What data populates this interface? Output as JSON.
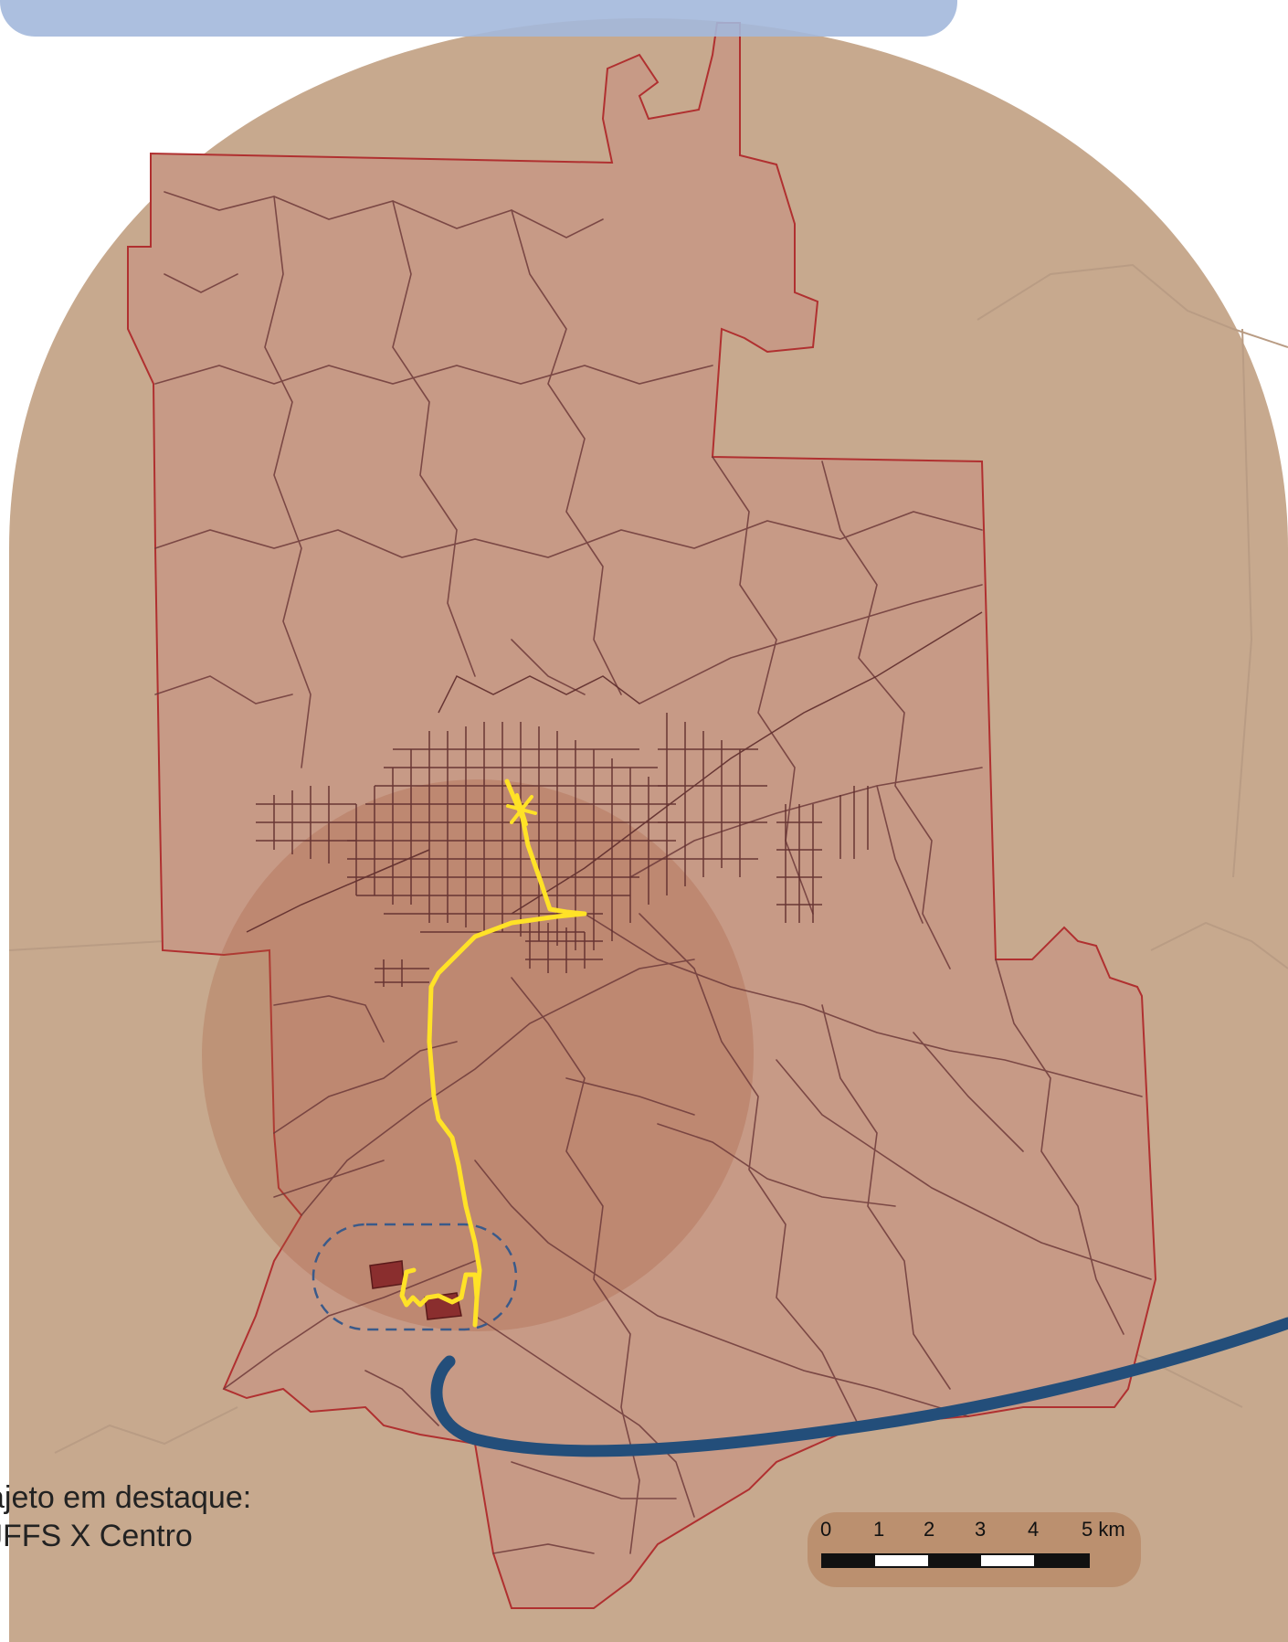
{
  "caption": {
    "line1": "ajeto em destaque:",
    "line2": "JFFS X Centro"
  },
  "scale_bar": {
    "ticks": [
      "0",
      "1",
      "2",
      "3",
      "4",
      "5 km"
    ]
  },
  "colors": {
    "background_region": "#c7a98e",
    "municipality_fill": "#c79a86",
    "municipality_border": "#b03030",
    "roads": "#6e3a3a",
    "route": "#ffe227",
    "highlight_ellipse": "#3a5a8a",
    "curve_arrow": "#234e7a",
    "top_banner": "#a3b8dc"
  },
  "icons": [
    "destination-star-icon"
  ]
}
